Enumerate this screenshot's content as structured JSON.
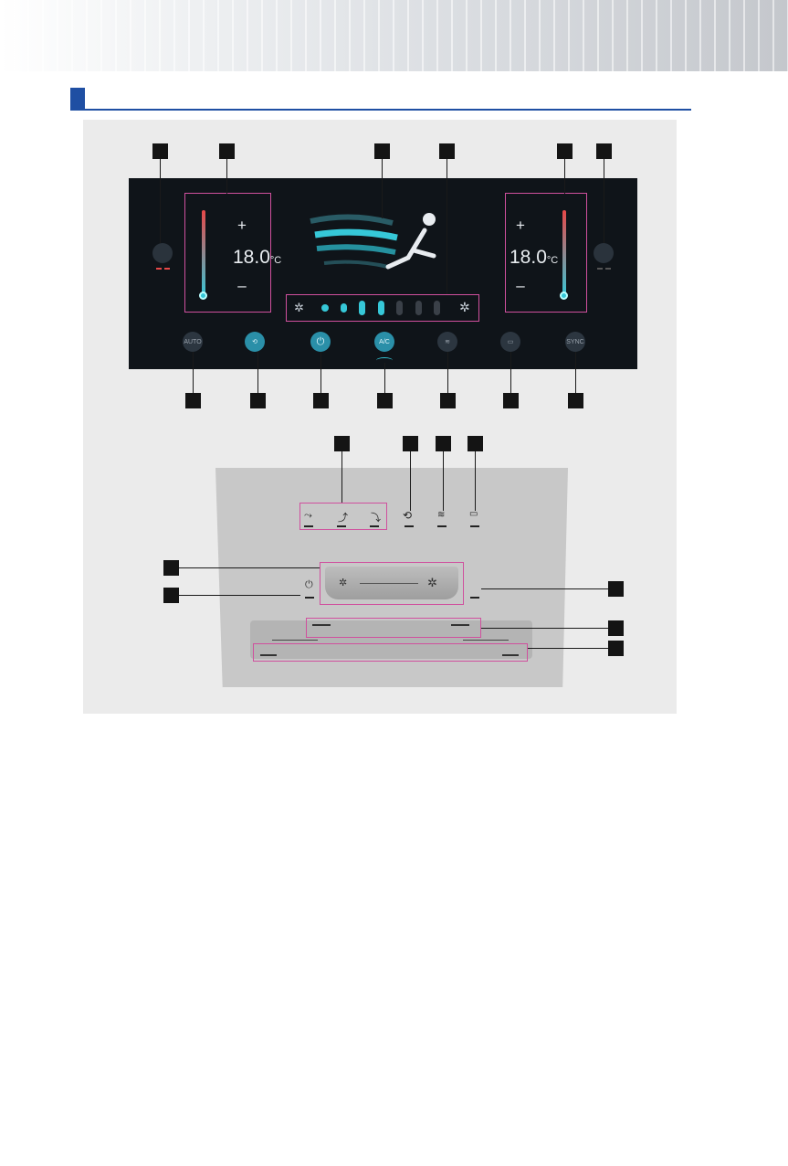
{
  "page": {
    "section_heading": ""
  },
  "screen": {
    "left_temp": {
      "value": "18.0",
      "unit": "°C",
      "plus": "+",
      "minus": "–"
    },
    "right_temp": {
      "value": "18.0",
      "unit": "°C",
      "plus": "+",
      "minus": "–"
    },
    "fan_level": {
      "active": 4,
      "total": 7
    },
    "buttons": [
      {
        "label": "AUTO",
        "icon": "auto-icon",
        "active": false
      },
      {
        "label": "",
        "icon": "recirculation-icon",
        "active": true
      },
      {
        "label": "",
        "icon": "power-icon",
        "active": true
      },
      {
        "label": "A/C",
        "icon": "ac-icon",
        "active": true
      },
      {
        "label": "",
        "icon": "front-defrost-icon",
        "active": false
      },
      {
        "label": "",
        "icon": "rear-defrost-icon",
        "active": false
      },
      {
        "label": "SYNC",
        "icon": "sync-icon",
        "active": false
      }
    ]
  },
  "colors": {
    "callout_frame": "#d0509e",
    "screen_bg": "#0f1419",
    "accent_cyan": "#36c8d8",
    "heat_red": "#e84848",
    "heading_blue": "#1f4fa3"
  }
}
